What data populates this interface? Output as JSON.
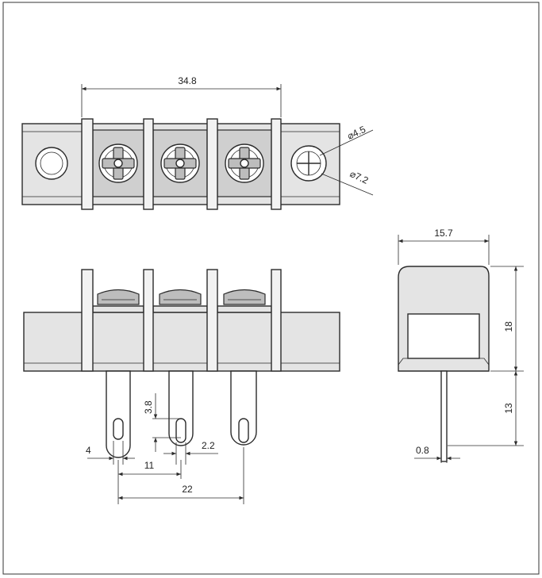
{
  "dimensions": {
    "total_width": "34.8",
    "hole_small": "⌀4.5",
    "hole_large": "⌀7.2",
    "depth": "15.7",
    "height_body": "18",
    "pin_length": "13",
    "pin_thickness": "0.8",
    "slot_height": "3.8",
    "pin_width": "4",
    "slot_width": "2.2",
    "pitch": "11",
    "span": "22"
  }
}
